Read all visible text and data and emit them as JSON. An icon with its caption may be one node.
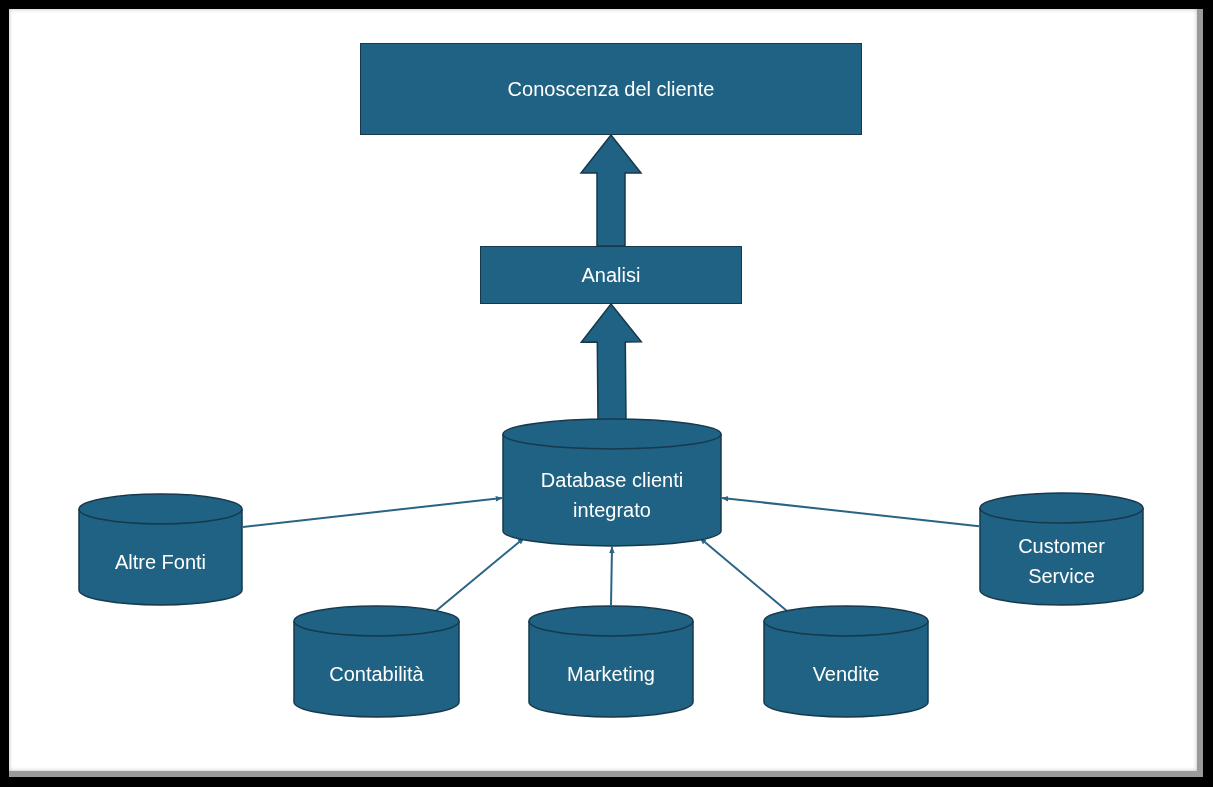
{
  "diagram": {
    "nodes": [
      {
        "text": [
          "Conoscenza del cliente"
        ]
      },
      {
        "text": [
          "Analisi"
        ]
      },
      {
        "text": [
          "Database clienti integrato"
        ]
      },
      {
        "text": [
          "Altre Fonti"
        ]
      },
      {
        "text": [
          "Customer Service"
        ]
      },
      {
        "text": [
          "Contabilità"
        ]
      },
      {
        "text": [
          "Marketing"
        ]
      },
      {
        "text": [
          "Vendite"
        ]
      }
    ],
    "edges": [
      {
        "from": 1,
        "to": 0,
        "arrow": "to",
        "style": "thick"
      },
      {
        "from": 2,
        "to": 1,
        "arrow": "to",
        "style": "thick"
      },
      {
        "from": 3,
        "to": 2,
        "arrow": "to"
      },
      {
        "from": 5,
        "to": 2,
        "arrow": "to"
      },
      {
        "from": 6,
        "to": 2,
        "arrow": "to"
      },
      {
        "from": 7,
        "to": 2,
        "arrow": "to"
      },
      {
        "from": 4,
        "to": 2,
        "arrow": "to"
      }
    ]
  }
}
